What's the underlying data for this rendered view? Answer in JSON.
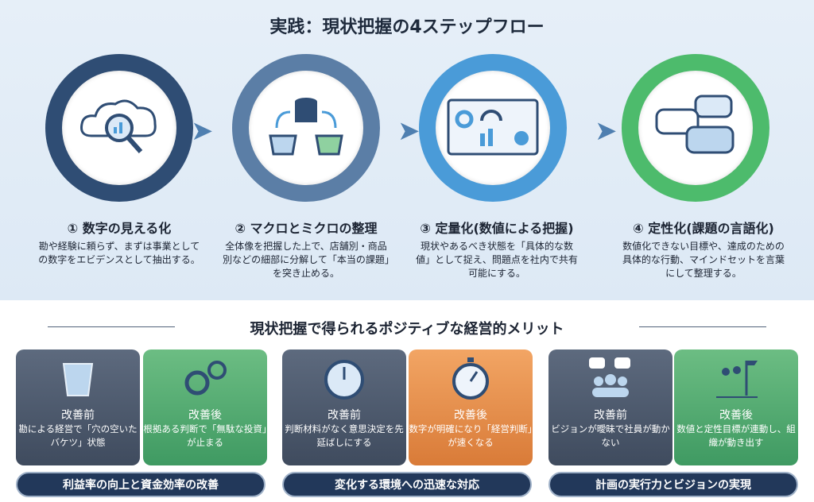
{
  "title": "実践：現状把握の4ステップフロー",
  "steps": [
    {
      "heading": "① 数字の見える化",
      "text": "勘や経験に頼らず、まずは事業としての数字をエビデンスとして抽出する。",
      "color": "#2f4d74"
    },
    {
      "heading": "② マクロとミクロの整理",
      "text": "全体像を把握した上で、店舗別・商品別などの細部に分解して「本当の課題」を突き止める。",
      "color": "#5b7ea6"
    },
    {
      "heading": "③ 定量化(数値による把握)",
      "text": "現状やあるべき状態を「具体的な数値」として捉え、問題点を社内で共有可能にする。",
      "color": "#4a9bd8"
    },
    {
      "heading": "④ 定性化(課題の言語化)",
      "text": "数値化できない目標や、達成のための具体的な行動、マインドセットを言葉にして整理する。",
      "color": "#4dbb6c"
    }
  ],
  "subtitle": "現状把握で得られるポジティブな経営的メリット",
  "groups": [
    {
      "before_label": "改善前",
      "before_text": "勘による経営で「穴の空いたバケツ」状態",
      "after_label": "改善後",
      "after_text": "根拠ある判断で「無駄な投資」が止まる",
      "footer": "利益率の向上と資金効率の改善"
    },
    {
      "before_label": "改善前",
      "before_text": "判断材料がなく意思決定を先延ばしにする",
      "after_label": "改善後",
      "after_text": "数字が明確になり「経営判断」が速くなる",
      "footer": "変化する環境への迅速な対応"
    },
    {
      "before_label": "改善前",
      "before_text": "ビジョンが曖昧で社員が動かない",
      "after_label": "改善後",
      "after_text": "数値と定性目標が連動し、組織が動き出す",
      "footer": "計画の実行力とビジョンの実現"
    }
  ]
}
